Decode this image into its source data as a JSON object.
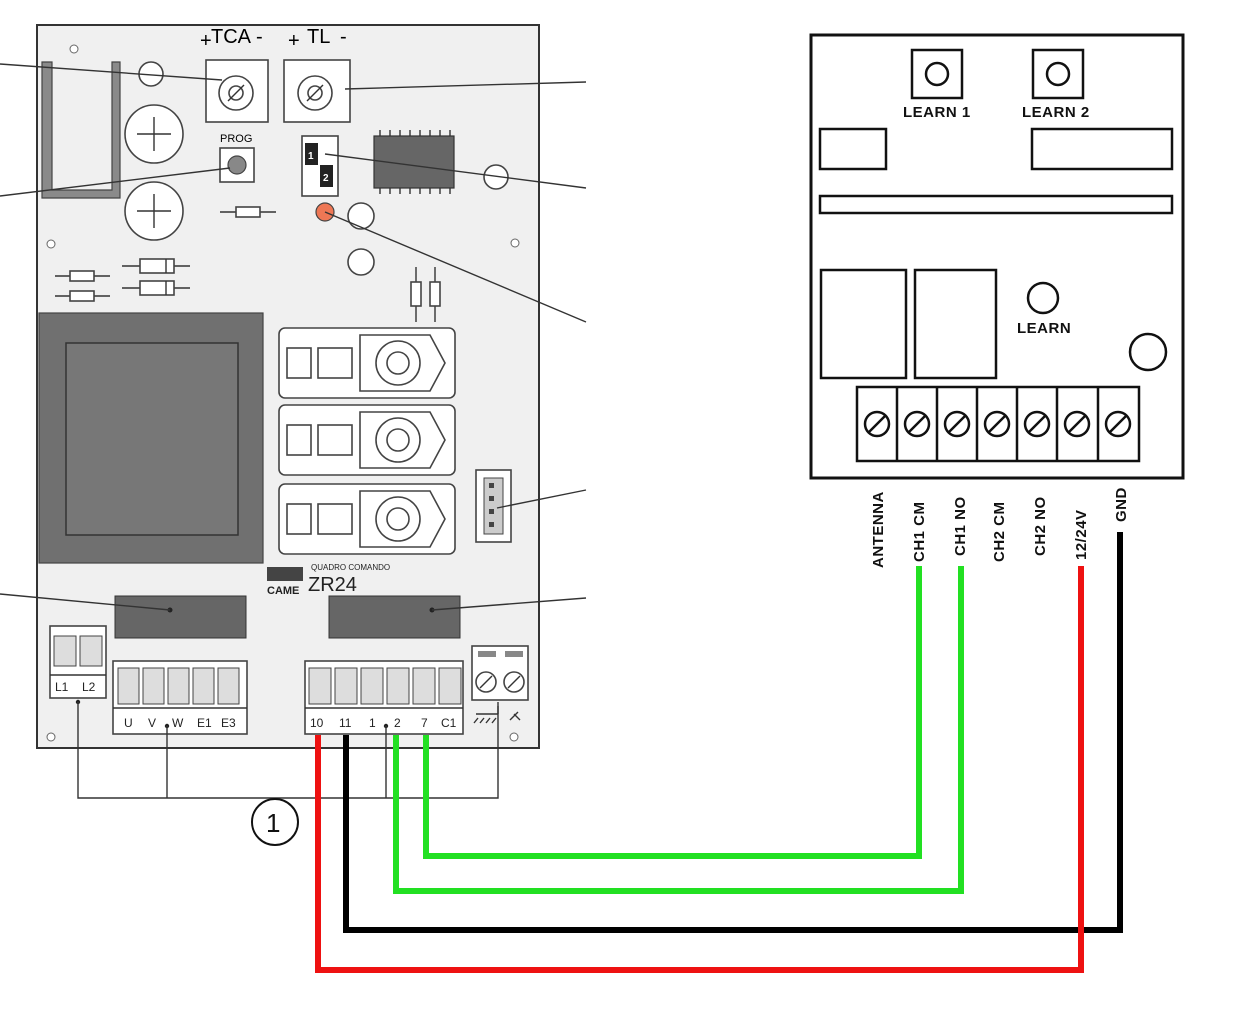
{
  "board": {
    "trimmer_tca": "TCA",
    "trimmer_tca_plus": "+",
    "trimmer_tca_minus": "-",
    "trimmer_tl": "TL",
    "trimmer_tl_plus": "+",
    "trimmer_tl_minus": "-",
    "prog_label": "PROG",
    "dip_1": "1",
    "dip_2": "2",
    "brand": "CAME",
    "subtitle": "QUADRO COMANDO",
    "model": "ZR24",
    "terminals_power": [
      "L1",
      "L2"
    ],
    "terminals_motor": [
      "U",
      "V",
      "W",
      "E1",
      "E3"
    ],
    "terminals_control": [
      "10",
      "11",
      "1",
      "2",
      "7",
      "C1"
    ]
  },
  "callout_number": "1",
  "receiver": {
    "button1_label": "LEARN 1",
    "button2_label": "LEARN 2",
    "learn_label": "LEARN",
    "terminals": [
      "ANTENNA",
      "CH1 CM",
      "CH1 NO",
      "CH2 CM",
      "CH2 NO",
      "12/24V",
      "GND"
    ]
  },
  "wires": [
    {
      "from_board": "7",
      "to_receiver": "CH1 CM",
      "color": "#22e022"
    },
    {
      "from_board": "2",
      "to_receiver": "CH1 NO",
      "color": "#22e022"
    },
    {
      "from_board": "11",
      "to_receiver": "GND",
      "color": "#000000"
    },
    {
      "from_board": "10",
      "to_receiver": "12/24V",
      "color": "#ee1111"
    }
  ]
}
